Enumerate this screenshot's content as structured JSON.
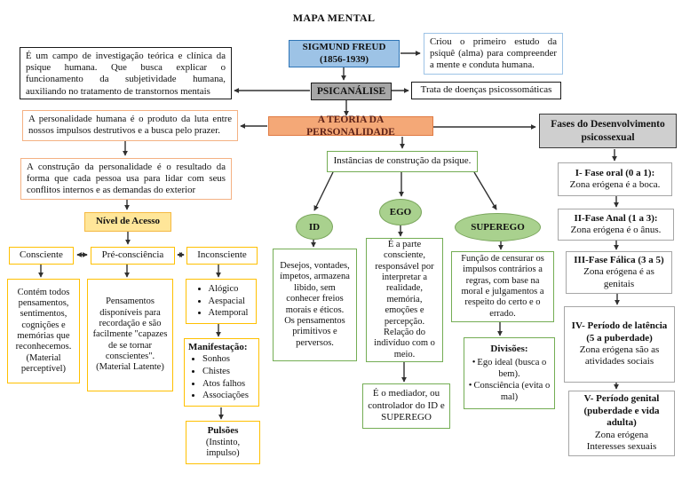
{
  "title": "MAPA MENTAL",
  "top": {
    "freud": "SIGMUND FREUD\n(1856-1939)",
    "freud_note": "Criou o primeiro estudo da psiquê (alma) para compreender a mente e conduta humana.",
    "psicanalise": "PSICANÁLISE",
    "psicanalise_def": "É um campo de investigação teórica e clínica da psique humana. Que busca explicar o funcionamento da subjetividade humana, auxiliando no tratamento de transtornos mentais",
    "psicanalise_note": "Trata de doenças psicossomáticas"
  },
  "theory": {
    "title": "A TEORIA DA PERSONALIDADE",
    "note1": "A personalidade humana é o produto da luta entre nossos impulsos destrutivos e a busca pelo prazer.",
    "note2": "A construção da personalidade é o resultado da forma que cada pessoa usa para lidar com seus conflitos internos e as demandas do exterior",
    "instancias": "Instâncias de construção da psique."
  },
  "access": {
    "title": "Nível de Acesso",
    "consciente": "Consciente",
    "pre_consciencia": "Pré-consciência",
    "inconsciente": "Inconsciente",
    "consciente_desc": "Contém todos pensamentos, sentimentos, cognições e memórias que reconhecemos. (Material perceptível)",
    "pre_desc": "Pensamentos disponíveis para recordação e são facilmente \"capazes de se tornar conscientes\". (Material Latente)",
    "inconsciente_traits": [
      "Alógico",
      "Aespacial",
      "Atemporal"
    ],
    "manifestacao_title": "Manifestação:",
    "manifestacao_items": [
      "Sonhos",
      "Chistes",
      "Atos falhos",
      "Associações"
    ],
    "pulsoes_title": "Pulsões",
    "pulsoes_sub": "(Instinto, impulso)"
  },
  "psyche": {
    "id_label": "ID",
    "ego_label": "EGO",
    "superego_label": "SUPEREGO",
    "id_desc": "Desejos, vontades, ímpetos, armazena libido, sem conhecer freios morais e éticos.\nOs pensamentos primitivos e perversos.",
    "ego_desc": "É a parte consciente, responsável por interpretar a realidade, memória, emoções e percepção. Relação do indivíduo com o meio.",
    "ego_mediator": "É o mediador, ou controlador do ID e SUPEREGO",
    "superego_desc": "Função de censurar os impulsos contrários a regras, com base na moral e julgamentos a respeito do certo e o errado.",
    "divisoes_title": "Divisões:",
    "divisoes_items": [
      "Ego ideal (busca o bem).",
      "Consciência (evita o mal)"
    ]
  },
  "phases": {
    "title": "Fases do Desenvolvimento psicossexual",
    "items": [
      {
        "title": "I-  Fase oral (0 a 1):",
        "body": "Zona erógena é a boca."
      },
      {
        "title": "II-Fase Anal (1 a 3):",
        "body": "Zona erógena é o ânus."
      },
      {
        "title": "III-Fase Fálica (3 a 5)",
        "body": "Zona erógena é as genitais"
      },
      {
        "title": "IV- Período de latência (5 a puberdade)",
        "body": "Zona erógena são as atividades sociais"
      },
      {
        "title": "V- Período genital (puberdade e vida adulta)",
        "body": "Zona erógena\nInteresses sexuais"
      }
    ]
  },
  "colors": {
    "freud_fill": "#9dc3e6",
    "psicanalise_fill": "#a6a6a6",
    "teoria_fill": "#f4a877",
    "teoria_text": "#5e2218",
    "nivel_fill": "#ffe699",
    "yellow_border": "#ffc000",
    "orange_border": "#f4b183",
    "green_fill": "#a9d18e",
    "green_border": "#74ad54",
    "fases_fill": "#cfcfcf",
    "arrow": "#303030"
  }
}
